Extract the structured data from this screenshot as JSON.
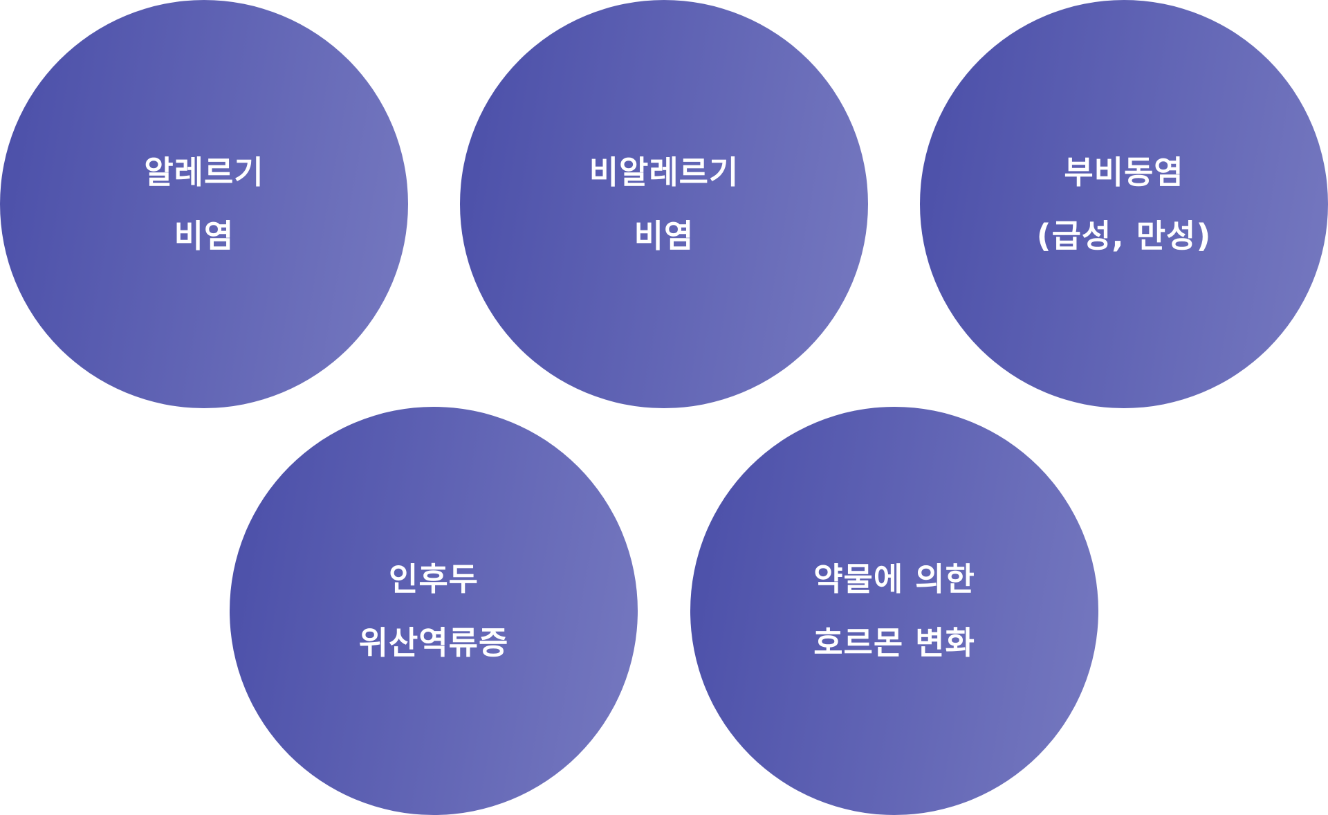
{
  "colors": {
    "gradient_start": "#4a4ea8",
    "gradient_end": "#7679c0",
    "text": "#ffffff"
  },
  "circles": [
    {
      "lines": [
        "알레르기",
        "비염"
      ]
    },
    {
      "lines": [
        "비알레르기",
        "비염"
      ]
    },
    {
      "lines": [
        "부비동염",
        "(급성, 만성)"
      ]
    },
    {
      "lines": [
        "인후두",
        "위산역류증"
      ]
    },
    {
      "lines": [
        "약물에 의한",
        "호르몬 변화"
      ]
    }
  ]
}
